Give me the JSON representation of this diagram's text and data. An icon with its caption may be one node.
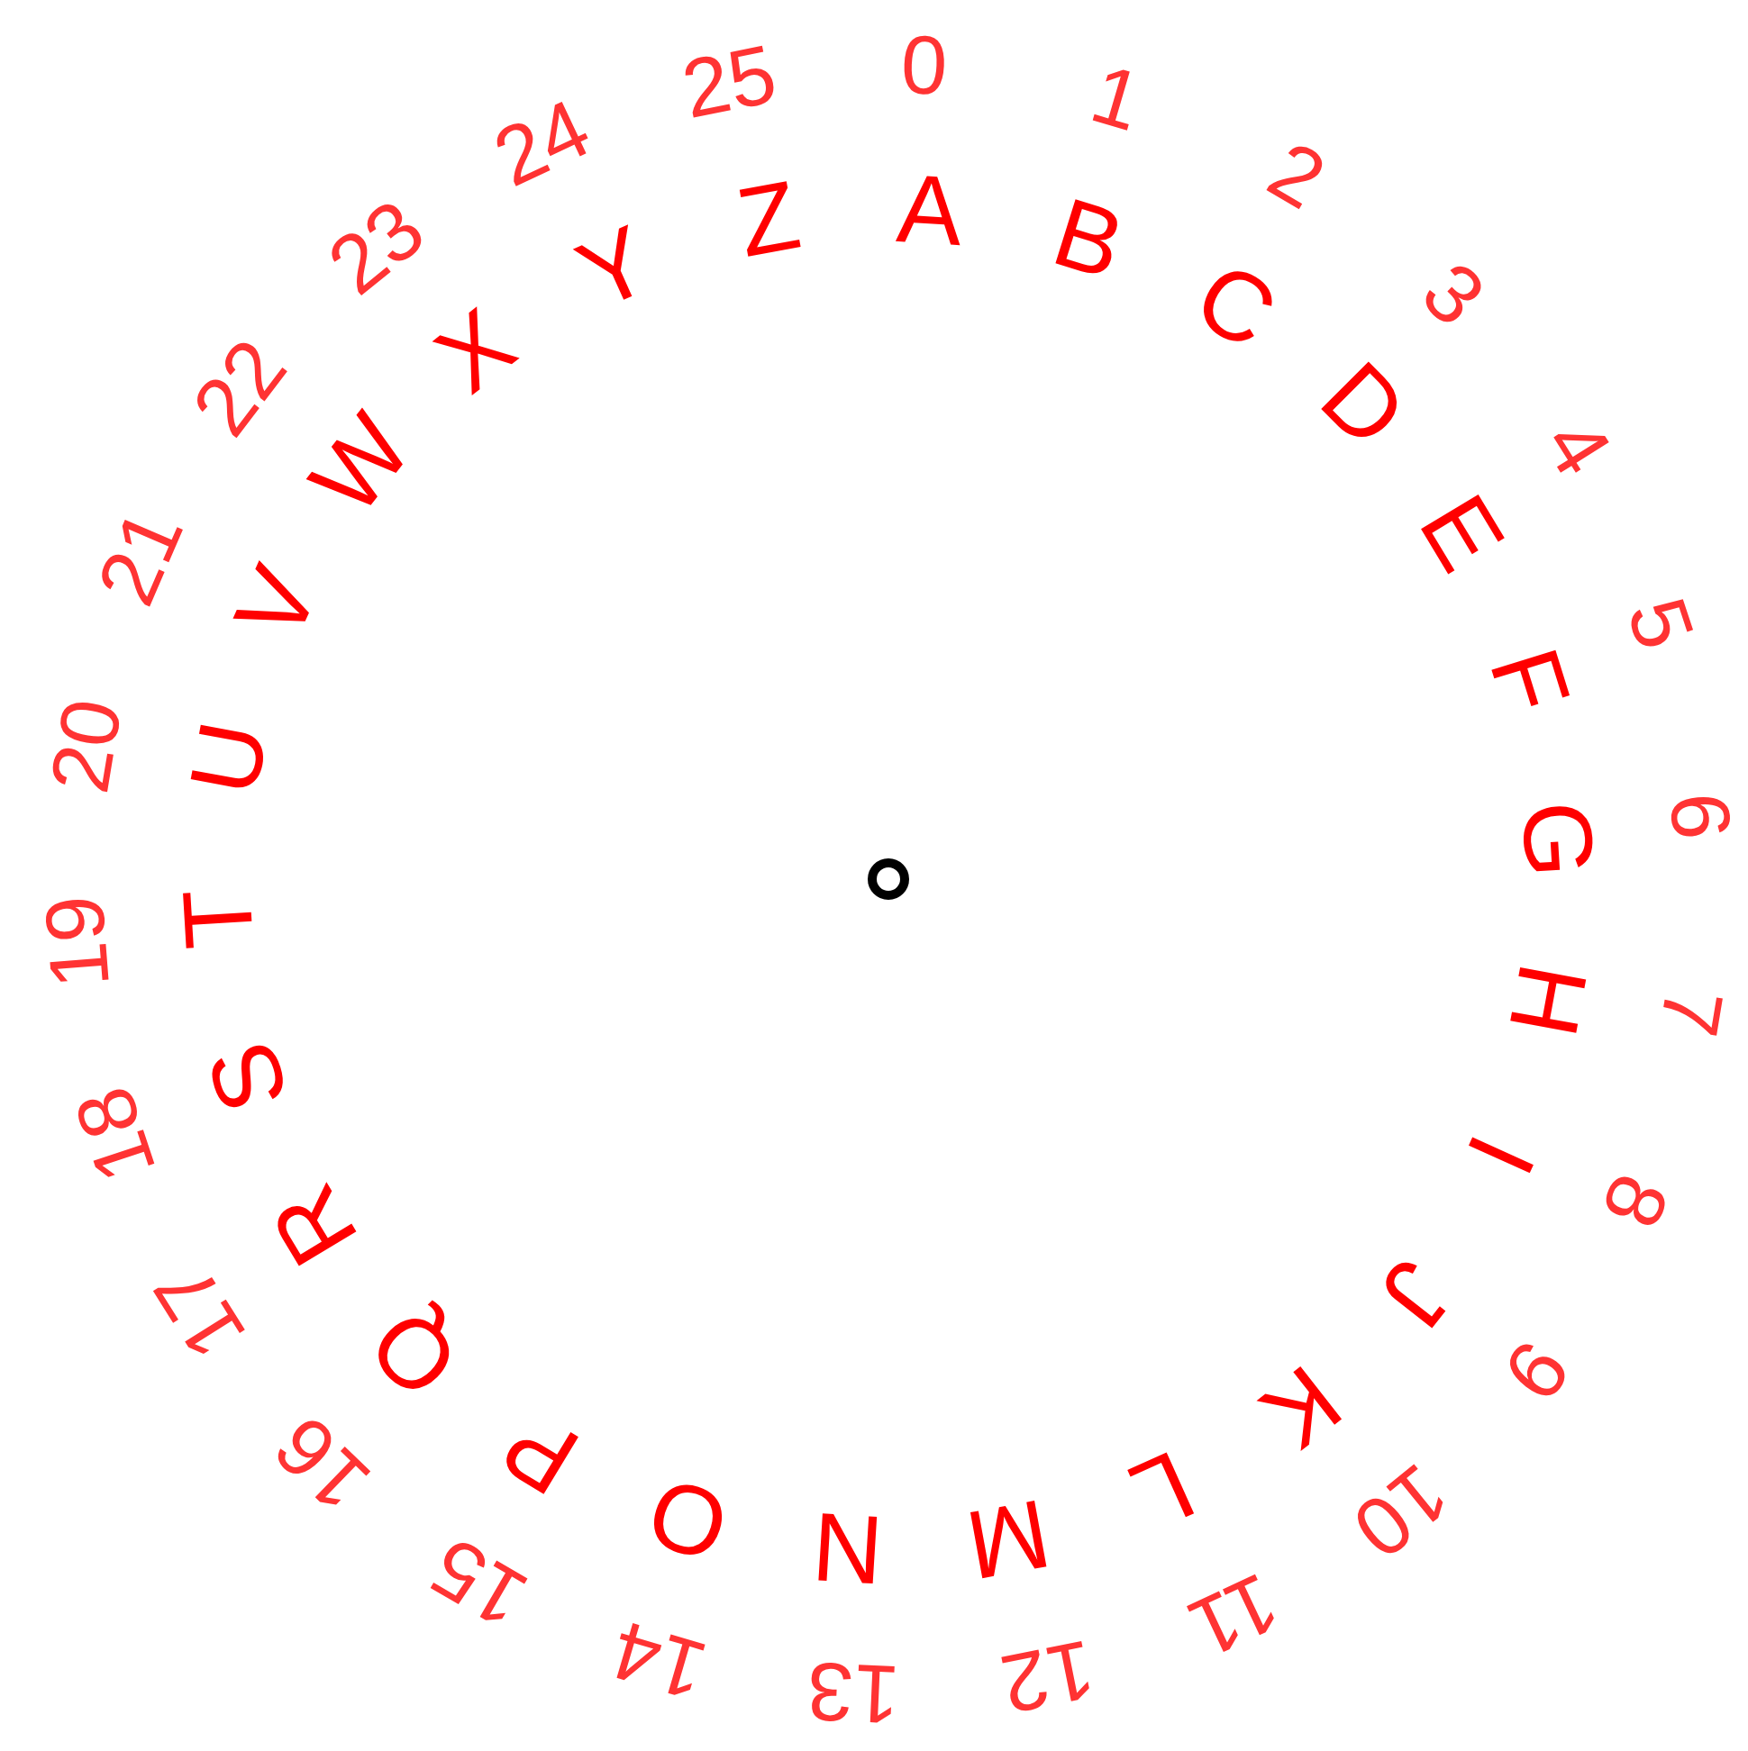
{
  "diagram": {
    "labels": [
      "A",
      "B",
      "C",
      "D",
      "E",
      "F",
      "G",
      "H",
      "I",
      "J",
      "K",
      "L",
      "M",
      "N",
      "O",
      "P",
      "Q",
      "R",
      "S",
      "T",
      "U",
      "V",
      "W",
      "X",
      "Y",
      "Z",
      "0",
      "1",
      "2",
      "3",
      "4",
      "5",
      "6",
      "7",
      "8",
      "9",
      "10",
      "11",
      "12",
      "13",
      "14",
      "15",
      "16",
      "17",
      "18",
      "19",
      "20",
      "21",
      "22",
      "23",
      "24",
      "25"
    ]
  }
}
